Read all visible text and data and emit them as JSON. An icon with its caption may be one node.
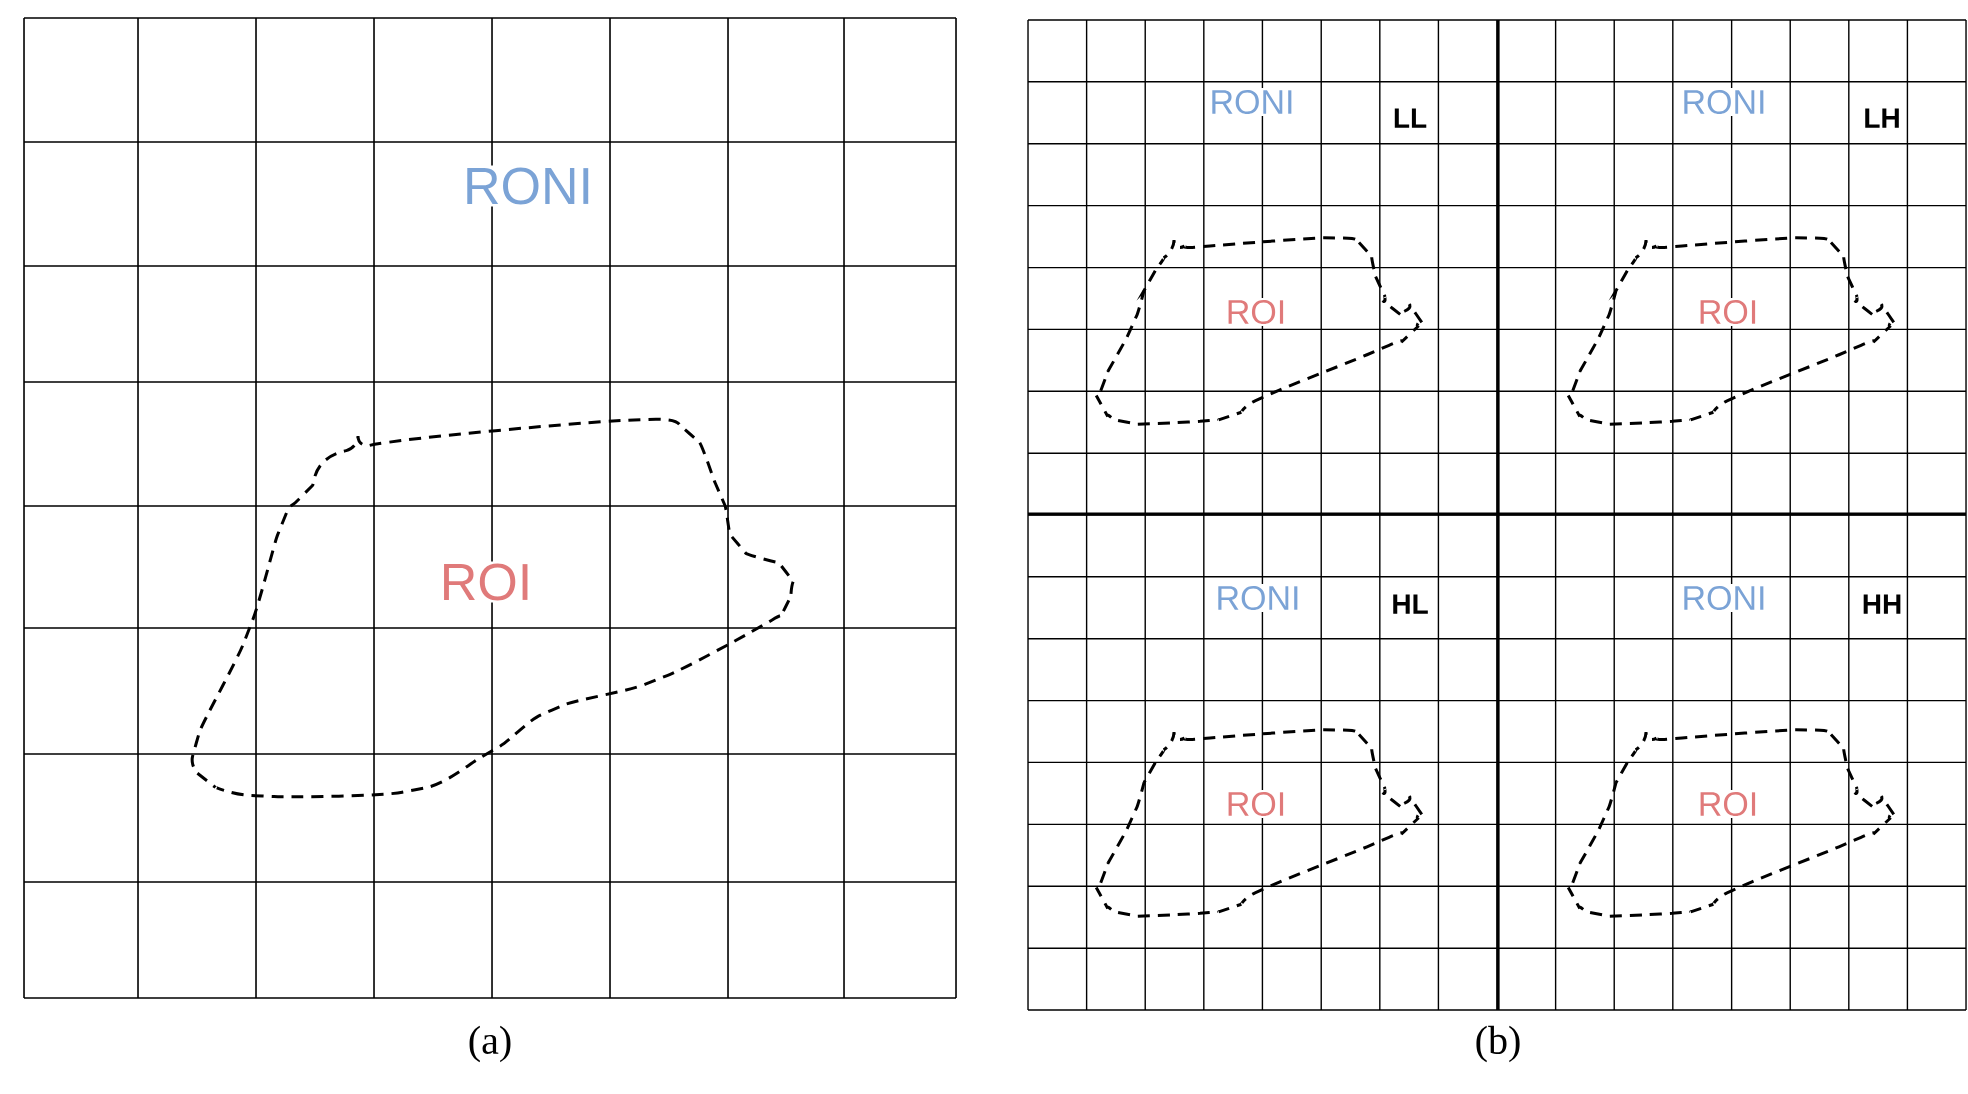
{
  "diagram": {
    "nodes": [
      {
        "text": [
          "ROI"
        ]
      },
      {
        "text": [
          "ROI"
        ]
      },
      {
        "text": [
          "ROI"
        ]
      },
      {
        "text": [
          "ROI"
        ]
      },
      {
        "text": [
          "ROI"
        ]
      }
    ],
    "labels": [
      "RONI",
      "(a)",
      "RONI",
      "LL",
      "RONI",
      "LH",
      "RONI",
      "HL",
      "RONI",
      "HH",
      "(b)"
    ]
  }
}
